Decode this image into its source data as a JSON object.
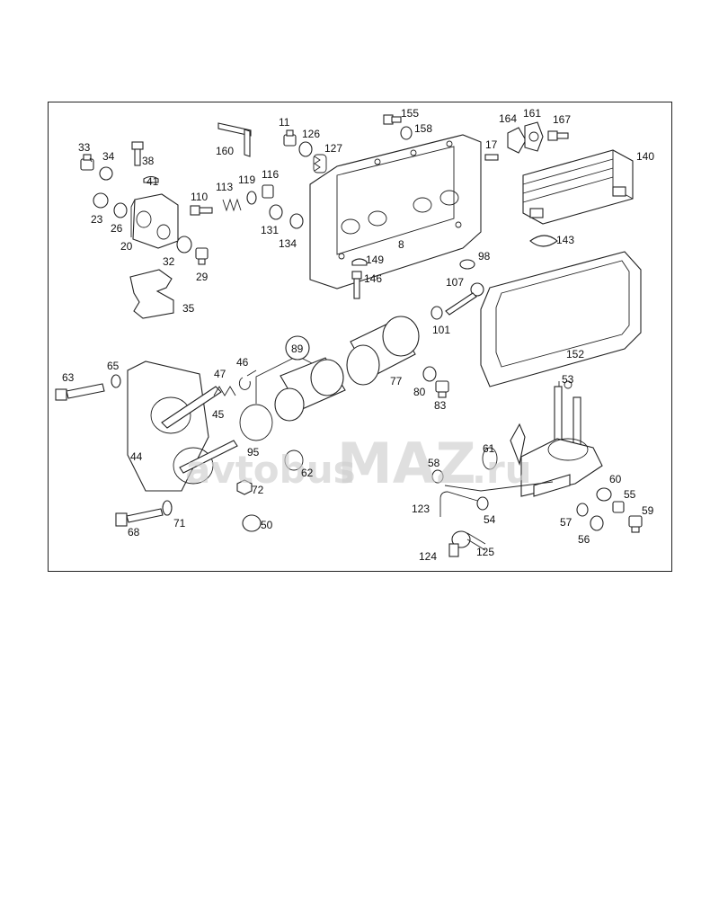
{
  "diagram": {
    "watermark": {
      "prefix": "avtobus",
      "brand": "MAZ",
      "suffix": ".ru"
    },
    "callouts": [
      "33",
      "34",
      "38",
      "41",
      "23",
      "26",
      "20",
      "32",
      "29",
      "35",
      "160",
      "110",
      "113",
      "119",
      "116",
      "131",
      "134",
      "11",
      "126",
      "127",
      "155",
      "158",
      "8",
      "164",
      "161",
      "167",
      "17",
      "140",
      "143",
      "98",
      "149",
      "146",
      "107",
      "101",
      "152",
      "89",
      "77",
      "80",
      "83",
      "63",
      "65",
      "47",
      "46",
      "45",
      "44",
      "95",
      "62",
      "72",
      "71",
      "68",
      "50",
      "53",
      "61",
      "58",
      "60",
      "55",
      "123",
      "54",
      "57",
      "56",
      "59",
      "124",
      "125"
    ]
  }
}
